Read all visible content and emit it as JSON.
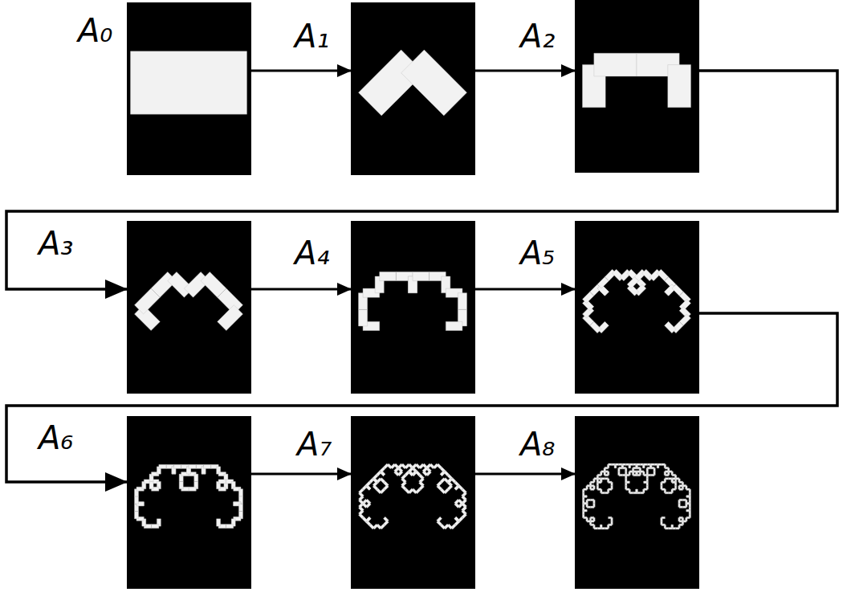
{
  "diagram": {
    "nodes": [
      {
        "text": [
          "A₀"
        ]
      },
      {
        "text": [
          "A₁"
        ]
      },
      {
        "text": [
          "A₂"
        ]
      },
      {
        "text": [
          "A₃"
        ]
      },
      {
        "text": [
          "A₄"
        ]
      },
      {
        "text": [
          "A₅"
        ]
      },
      {
        "text": [
          "A₆"
        ]
      },
      {
        "text": [
          "A₇"
        ]
      },
      {
        "text": [
          "A₈"
        ]
      }
    ],
    "edges": [
      {
        "from": 0,
        "to": 1,
        "arrow": "to"
      },
      {
        "from": 1,
        "to": 2,
        "arrow": "to"
      },
      {
        "from": 2,
        "to": 3,
        "arrow": "to"
      },
      {
        "from": 3,
        "to": 4,
        "arrow": "to"
      },
      {
        "from": 4,
        "to": 5,
        "arrow": "to"
      },
      {
        "from": 5,
        "to": 6,
        "arrow": "to"
      },
      {
        "from": 6,
        "to": 7,
        "arrow": "to"
      },
      {
        "from": 7,
        "to": 8,
        "arrow": "to"
      }
    ]
  }
}
